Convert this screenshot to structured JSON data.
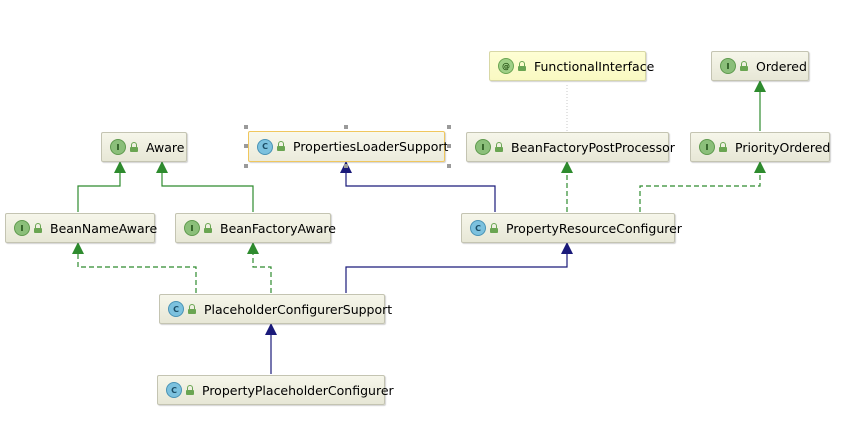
{
  "nodes": [
    {
      "id": "aware",
      "label": "Aware",
      "kind": "interface",
      "badge": "I"
    },
    {
      "id": "propertiesLoaderSupport",
      "label": "PropertiesLoaderSupport",
      "kind": "class",
      "badge": "C"
    },
    {
      "id": "beanFactoryPostProcessor",
      "label": "BeanFactoryPostProcessor",
      "kind": "interface",
      "badge": "I"
    },
    {
      "id": "functionalInterface",
      "label": "FunctionalInterface",
      "kind": "annotation",
      "badge": "@"
    },
    {
      "id": "ordered",
      "label": "Ordered",
      "kind": "interface",
      "badge": "I"
    },
    {
      "id": "priorityOrdered",
      "label": "PriorityOrdered",
      "kind": "interface",
      "badge": "I"
    },
    {
      "id": "beanNameAware",
      "label": "BeanNameAware",
      "kind": "interface",
      "badge": "I"
    },
    {
      "id": "beanFactoryAware",
      "label": "BeanFactoryAware",
      "kind": "interface",
      "badge": "I"
    },
    {
      "id": "propertyResourceConfigurer",
      "label": "PropertyResourceConfigurer",
      "kind": "class",
      "badge": "C"
    },
    {
      "id": "placeholderConfigurerSupport",
      "label": "PlaceholderConfigurerSupport",
      "kind": "class",
      "badge": "C"
    },
    {
      "id": "propertyPlaceholderConfigurer",
      "label": "PropertyPlaceholderConfigurer",
      "kind": "class",
      "badge": "C"
    }
  ],
  "selected_node": "propertiesLoaderSupport",
  "edges": [
    {
      "from": "beanNameAware",
      "to": "aware",
      "type": "extends-interface"
    },
    {
      "from": "beanFactoryAware",
      "to": "aware",
      "type": "extends-interface"
    },
    {
      "from": "priorityOrdered",
      "to": "ordered",
      "type": "extends-interface"
    },
    {
      "from": "beanFactoryPostProcessor",
      "to": "functionalInterface",
      "type": "annotated-by"
    },
    {
      "from": "propertyResourceConfigurer",
      "to": "propertiesLoaderSupport",
      "type": "extends-class"
    },
    {
      "from": "propertyResourceConfigurer",
      "to": "beanFactoryPostProcessor",
      "type": "implements"
    },
    {
      "from": "propertyResourceConfigurer",
      "to": "priorityOrdered",
      "type": "implements"
    },
    {
      "from": "placeholderConfigurerSupport",
      "to": "beanNameAware",
      "type": "implements"
    },
    {
      "from": "placeholderConfigurerSupport",
      "to": "beanFactoryAware",
      "type": "implements"
    },
    {
      "from": "placeholderConfigurerSupport",
      "to": "propertyResourceConfigurer",
      "type": "extends-class"
    },
    {
      "from": "propertyPlaceholderConfigurer",
      "to": "placeholderConfigurerSupport",
      "type": "extends-class"
    }
  ],
  "colors": {
    "extends_class": "#1a1a7a",
    "interface_relation": "#2e8b2e",
    "annotation_relation": "#c8c8c8",
    "selection": "#f0c75e"
  }
}
